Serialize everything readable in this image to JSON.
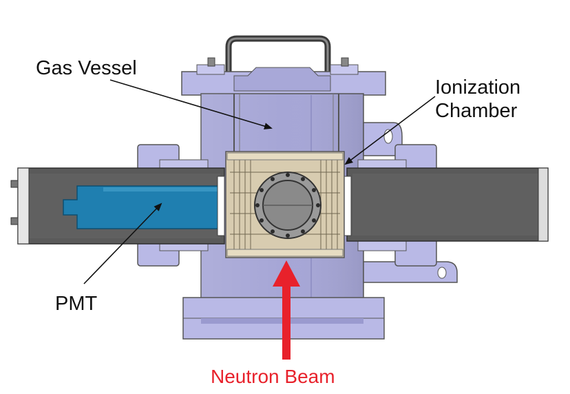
{
  "labels": {
    "gas_vessel": "Gas Vessel",
    "ionization_line1": "Ionization",
    "ionization_line2": "Chamber",
    "pmt": "PMT",
    "neutron_beam": "Neutron Beam"
  },
  "colors": {
    "vessel": "#b9b9e6",
    "vessel_dark": "#9a9acf",
    "tube": "#5a5a5a",
    "pmt": "#1f7fb0",
    "chamber_frame": "#d8ccb0",
    "beam_arrow": "#e8212b"
  }
}
